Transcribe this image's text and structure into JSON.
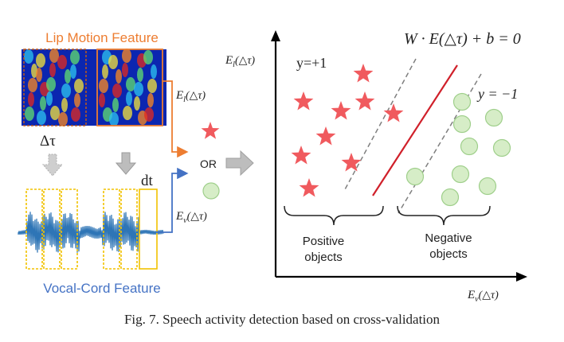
{
  "lip": {
    "title": "Lip Motion Feature",
    "title_color": "#ED7D31",
    "feature_label": "E",
    "feature_sub": "l",
    "feature_arg": "(△τ)"
  },
  "vocal": {
    "title": "Vocal-Cord Feature",
    "title_color": "#4472C4",
    "feature_label": "E",
    "feature_sub": "v",
    "feature_arg": "(△τ)"
  },
  "delta_tau": "Δτ",
  "dt": "dt",
  "or_label": "OR",
  "plot": {
    "y_axis_label": "E",
    "y_axis_sub": "l",
    "y_axis_arg": "(△τ)",
    "x_axis_label": "E",
    "x_axis_sub": "v",
    "x_axis_arg": "(△τ)",
    "pos_class": "y=+1",
    "neg_class": "y = −1",
    "hyperplane": "W · E(△τ) + b = 0",
    "positive_label": [
      "Positive",
      "objects"
    ],
    "negative_label": [
      "Negative",
      "objects"
    ],
    "star_color": "#F05A5E",
    "circle_fill": "#D6EDC7",
    "circle_stroke": "#9FCF8B",
    "hyperplane_color": "#D0202A",
    "margin_color": "#7F7F7F"
  },
  "caption": "Fig. 7.  Speech activity detection based on cross-validation"
}
